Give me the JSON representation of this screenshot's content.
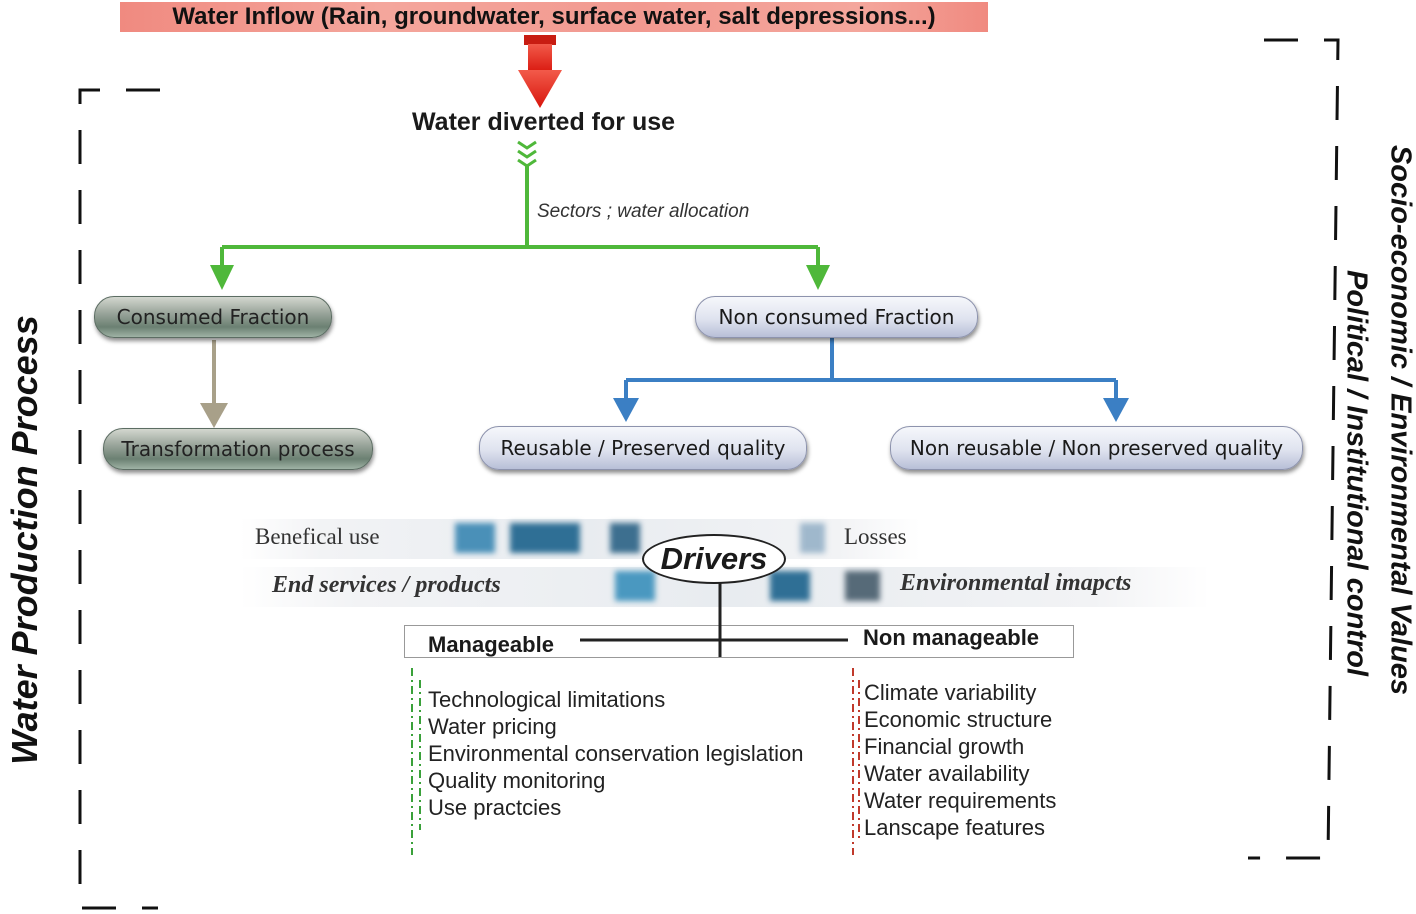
{
  "top": {
    "inflow": "Water Inflow (Rain, groundwater, surface water, salt depressions...)",
    "diverted": "Water diverted for use",
    "sectors": "Sectors ; water allocation"
  },
  "nodes": {
    "consumed": "Consumed Fraction",
    "transformation": "Transformation process",
    "non_consumed": "Non consumed Fraction",
    "reusable": "Reusable / Preserved quality",
    "non_reusable": "Non reusable / Non preserved quality"
  },
  "drivers_section": {
    "benefical_use": "Benefical use",
    "losses": "Losses",
    "end_services": "End  services / products",
    "environmental_impacts": "Environmental imapcts",
    "drivers": "Drivers",
    "manageable": "Manageable",
    "non_manageable": "Non manageable"
  },
  "manageable_items": [
    "Technological limitations",
    "Water pricing",
    "Environmental conservation legislation",
    "Quality monitoring",
    "Use practcies"
  ],
  "non_manageable_items": [
    "Climate variability",
    "Economic structure",
    "Financial growth",
    "Water availability",
    "Water requirements",
    "Lanscape features"
  ],
  "side_labels": {
    "left": "Water Production Process",
    "right_outer": "Socio-economic / Environmental Values",
    "right_inner": "Political / Institutional control"
  },
  "colors": {
    "green_arrow": "#4fb83a",
    "blue_arrow": "#3b7fc4",
    "grey_arrow": "#a8a089",
    "red_arrow": "#e3241b",
    "list_green": "#3aa13a",
    "list_red": "#c0392b"
  }
}
